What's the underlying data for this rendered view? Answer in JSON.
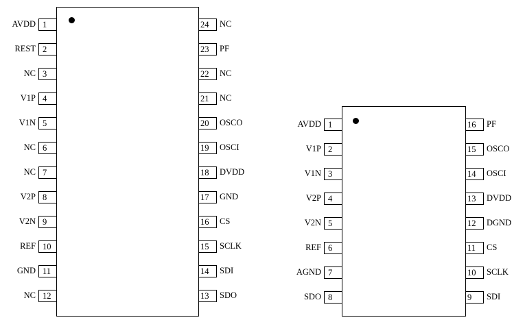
{
  "diagrams": [
    {
      "left_pins": [
        {
          "num": "1",
          "name": "AVDD"
        },
        {
          "num": "2",
          "name": "REST"
        },
        {
          "num": "3",
          "name": "NC"
        },
        {
          "num": "4",
          "name": "V1P"
        },
        {
          "num": "5",
          "name": "V1N"
        },
        {
          "num": "6",
          "name": "NC"
        },
        {
          "num": "7",
          "name": "NC"
        },
        {
          "num": "8",
          "name": "V2P"
        },
        {
          "num": "9",
          "name": "V2N"
        },
        {
          "num": "10",
          "name": "REF"
        },
        {
          "num": "11",
          "name": "GND"
        },
        {
          "num": "12",
          "name": "NC"
        }
      ],
      "right_pins": [
        {
          "num": "24",
          "name": "NC"
        },
        {
          "num": "23",
          "name": "PF"
        },
        {
          "num": "22",
          "name": "NC"
        },
        {
          "num": "21",
          "name": "NC"
        },
        {
          "num": "20",
          "name": "OSCO"
        },
        {
          "num": "19",
          "name": "OSCI"
        },
        {
          "num": "18",
          "name": "DVDD"
        },
        {
          "num": "17",
          "name": "GND"
        },
        {
          "num": "16",
          "name": "CS"
        },
        {
          "num": "15",
          "name": "SCLK"
        },
        {
          "num": "14",
          "name": "SDI"
        },
        {
          "num": "13",
          "name": "SDO"
        }
      ]
    },
    {
      "left_pins": [
        {
          "num": "1",
          "name": "AVDD"
        },
        {
          "num": "2",
          "name": "V1P"
        },
        {
          "num": "3",
          "name": "V1N"
        },
        {
          "num": "4",
          "name": "V2P"
        },
        {
          "num": "5",
          "name": "V2N"
        },
        {
          "num": "6",
          "name": "REF"
        },
        {
          "num": "7",
          "name": "AGND"
        },
        {
          "num": "8",
          "name": "SDO"
        }
      ],
      "right_pins": [
        {
          "num": "16",
          "name": "PF"
        },
        {
          "num": "15",
          "name": "OSCO"
        },
        {
          "num": "14",
          "name": "OSCI"
        },
        {
          "num": "13",
          "name": "DVDD"
        },
        {
          "num": "12",
          "name": "DGND"
        },
        {
          "num": "11",
          "name": "CS"
        },
        {
          "num": "10",
          "name": "SCLK"
        },
        {
          "num": "9",
          "name": "SDI"
        }
      ]
    }
  ]
}
